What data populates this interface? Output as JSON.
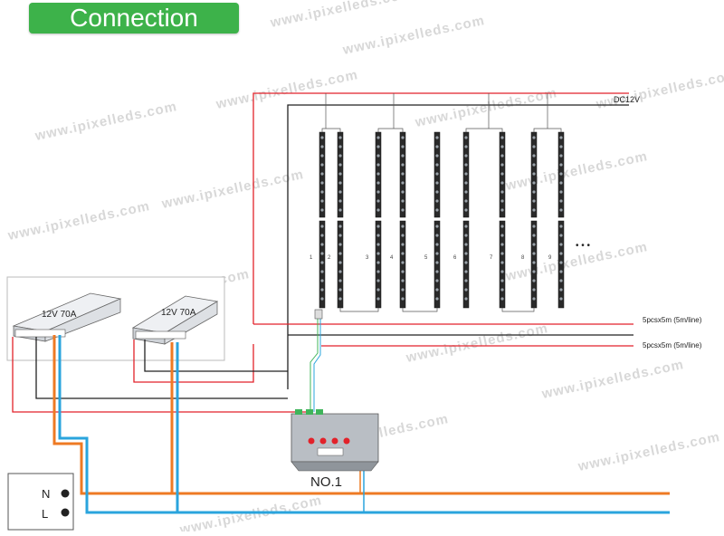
{
  "banner": {
    "title": "Connection"
  },
  "watermark": "www.ipixelleds.com",
  "power_supplies": [
    {
      "label": "12V  70A"
    },
    {
      "label": "12V  70A"
    }
  ],
  "mains": {
    "n_label": "N",
    "l_label": "L"
  },
  "controller": {
    "label": "NO.1"
  },
  "bus": {
    "dc_label": "DC12V"
  },
  "outputs": [
    {
      "label": "5pcsx5m  (5m/line)"
    },
    {
      "label": "5pcsx5m  (5m/line)"
    }
  ],
  "strips": [
    "1",
    "2",
    "3",
    "4",
    "5",
    "6",
    "7",
    "8",
    "9"
  ],
  "ellipsis": "• • •",
  "colors": {
    "banner": "#3db24a",
    "wire_red": "#e2222a",
    "wire_black": "#222222",
    "wire_orange": "#ee7a23",
    "wire_blue": "#2aa4dd",
    "wire_green": "#3fb45a"
  }
}
